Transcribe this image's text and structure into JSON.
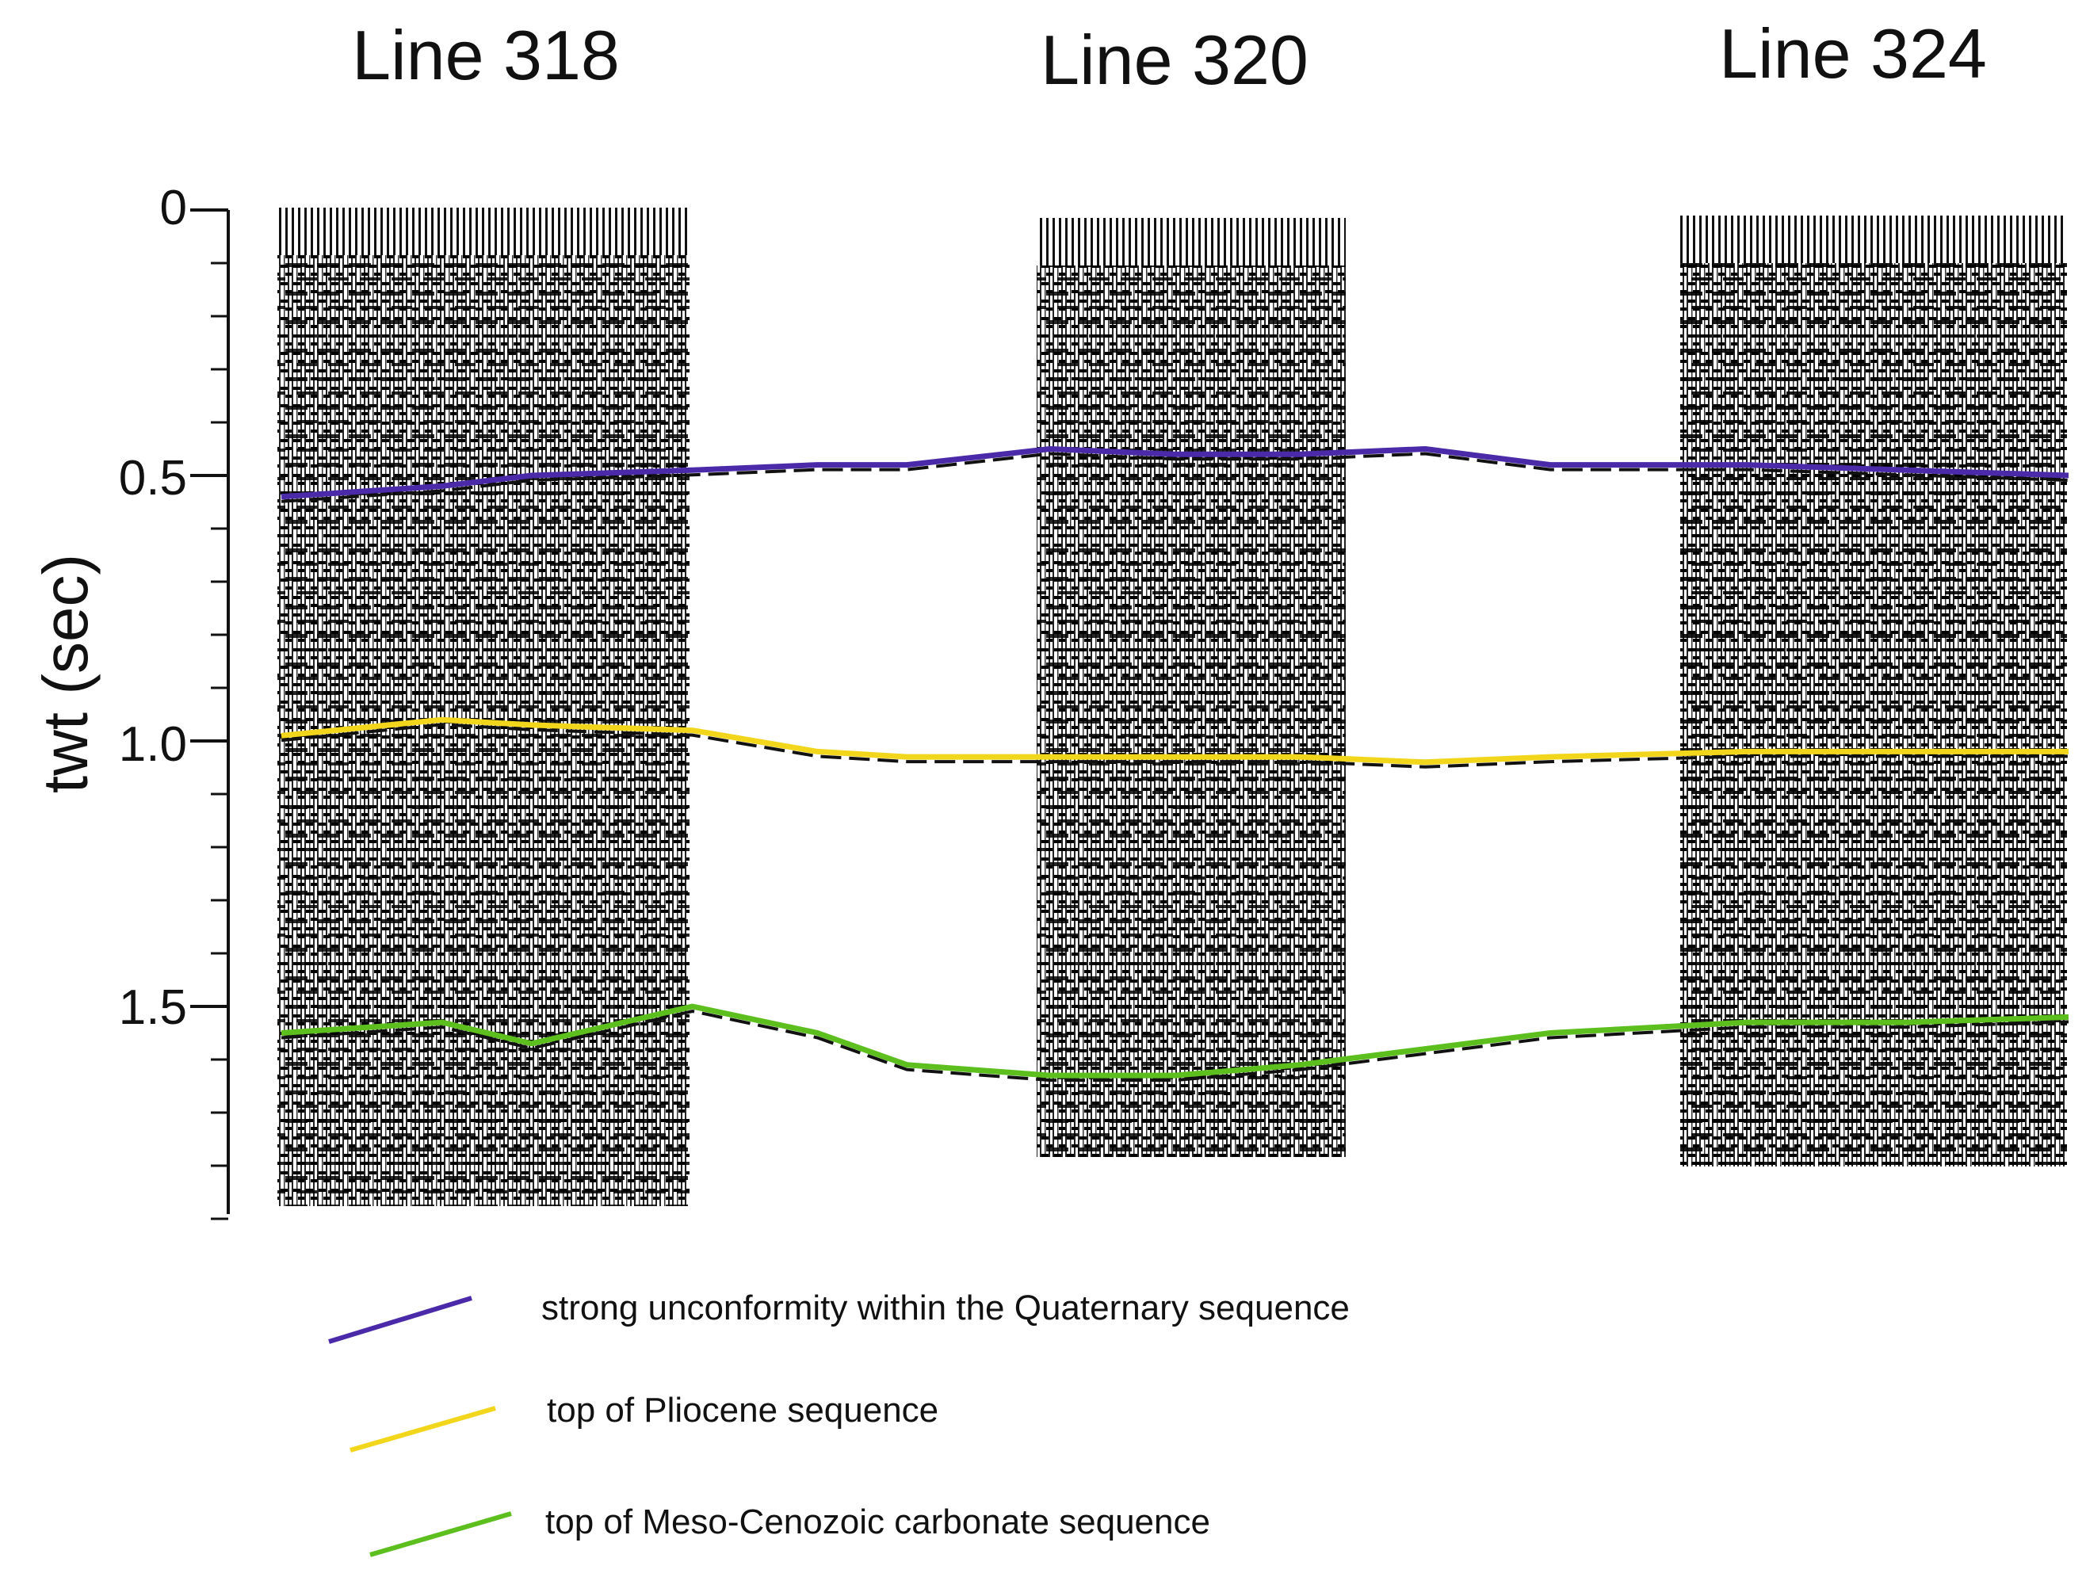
{
  "panels": [
    {
      "title": "Line 318"
    },
    {
      "title": "Line 320"
    },
    {
      "title": "Line 324"
    }
  ],
  "axis": {
    "label": "twt (sec)",
    "ticks": [
      "0",
      "0.5",
      "1.0",
      "1.5"
    ],
    "range": [
      0,
      1.9
    ]
  },
  "horizons": [
    {
      "key": "quaternary",
      "color": "#4a2aa8",
      "label": "strong unconformity within the Quaternary sequence",
      "twt": [
        0.54,
        0.52,
        0.5,
        0.49,
        0.48,
        0.48,
        0.45,
        0.46,
        0.46,
        0.45,
        0.48,
        0.48,
        0.49,
        0.5
      ]
    },
    {
      "key": "pliocene",
      "color": "#f2d61c",
      "label": "top of Pliocene sequence",
      "twt": [
        0.99,
        0.96,
        0.97,
        0.98,
        1.02,
        1.03,
        1.03,
        1.03,
        1.03,
        1.04,
        1.03,
        1.02,
        1.02,
        1.02
      ]
    },
    {
      "key": "carbonate",
      "color": "#5cbf1e",
      "label": "top of Meso-Cenozoic carbonate sequence",
      "twt": [
        1.55,
        1.53,
        1.57,
        1.5,
        1.55,
        1.61,
        1.63,
        1.63,
        1.61,
        1.58,
        1.55,
        1.53,
        1.53,
        1.52
      ]
    }
  ],
  "horizon_x_fraction": [
    0.0,
    0.09,
    0.14,
    0.23,
    0.3,
    0.35,
    0.43,
    0.5,
    0.57,
    0.64,
    0.71,
    0.82,
    0.91,
    1.0
  ],
  "dashed_line_color": "#111111"
}
